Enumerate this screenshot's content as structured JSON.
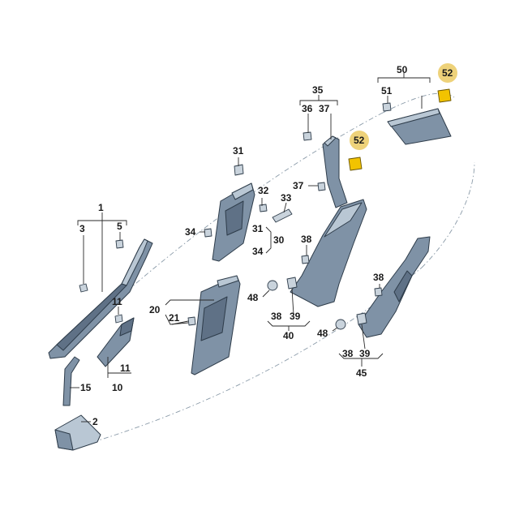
{
  "diagram": {
    "highlight_color": "#eed27a",
    "part_color": "#7f92a6",
    "clip_highlight_color": "#f2c300",
    "labels": {
      "n1": "1",
      "n2": "2",
      "n3": "3",
      "n5": "5",
      "n10": "10",
      "n11a": "11",
      "n11b": "11",
      "n15": "15",
      "n20": "20",
      "n21": "21",
      "n30": "30",
      "n31a": "31",
      "n31b": "31",
      "n32": "32",
      "n33": "33",
      "n34a": "34",
      "n34b": "34",
      "n35": "35",
      "n36": "36",
      "n37a": "37",
      "n37b": "37",
      "n38a": "38",
      "n38b": "38",
      "n38c": "38",
      "n38d": "38",
      "n39a": "39",
      "n39b": "39",
      "n40": "40",
      "n45": "45",
      "n48a": "48",
      "n48b": "48",
      "n50": "50",
      "n51": "51",
      "n52a": "52",
      "n52b": "52"
    }
  }
}
